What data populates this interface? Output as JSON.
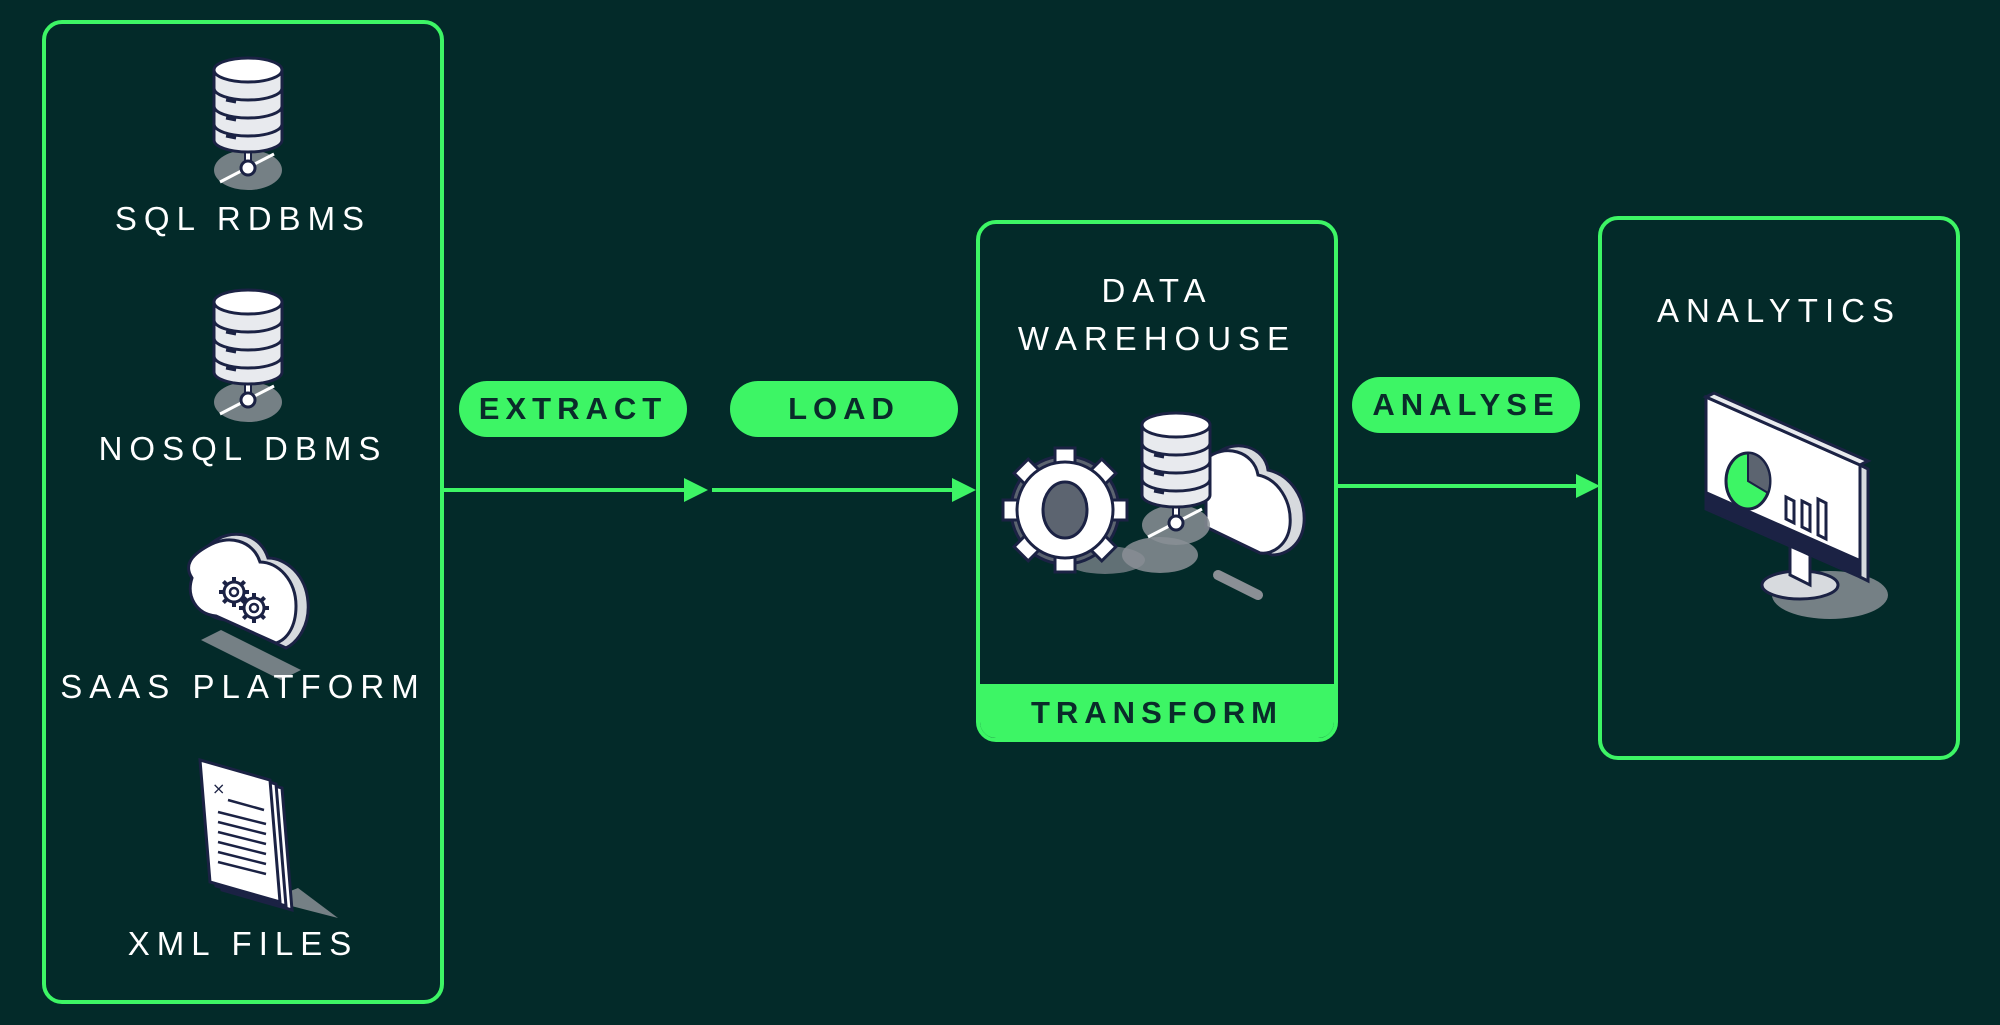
{
  "colors": {
    "background": "#032a29",
    "accent": "#3df565",
    "text": "#ffffff",
    "pill_text": "#0a2b2a"
  },
  "sources": {
    "items": [
      {
        "label": "SQL RDBMS",
        "icon": "database-server-icon"
      },
      {
        "label": "NOSQL DBMS",
        "icon": "database-server-icon"
      },
      {
        "label": "SAAS PLATFORM",
        "icon": "cloud-gears-icon"
      },
      {
        "label": "XML FILES",
        "icon": "documents-icon"
      }
    ]
  },
  "steps": {
    "extract": "EXTRACT",
    "load": "LOAD",
    "analyse": "ANALYSE",
    "transform": "TRANSFORM"
  },
  "warehouse": {
    "title_line1": "DATA",
    "title_line2": "WAREHOUSE",
    "icon": "gear-database-cloud-icon"
  },
  "analytics": {
    "title": "ANALYTICS",
    "icon": "monitor-chart-icon"
  }
}
